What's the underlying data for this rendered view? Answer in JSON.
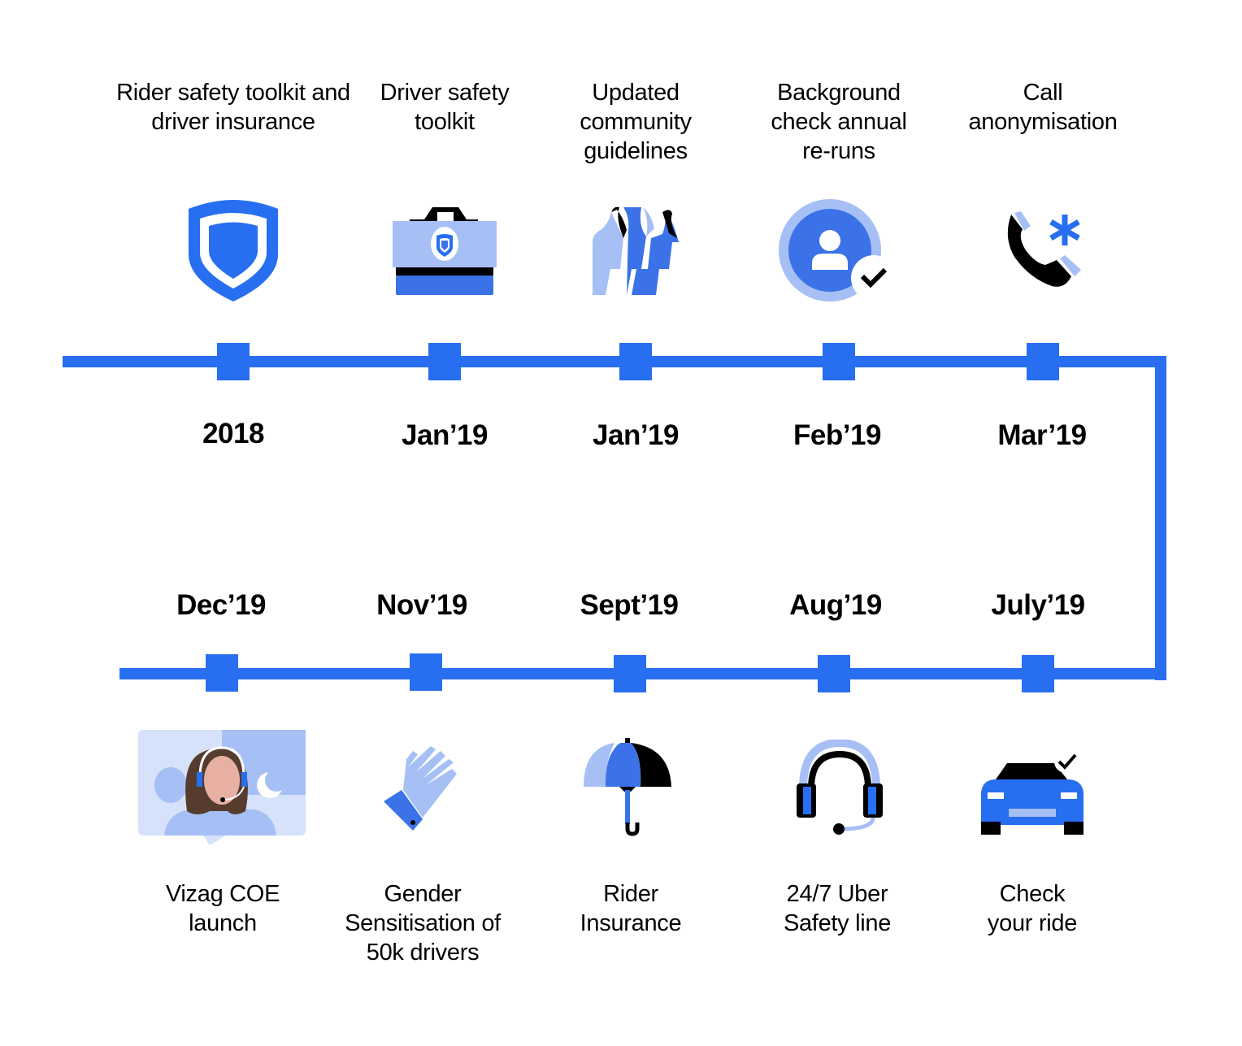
{
  "colors": {
    "primary": "#276EF1",
    "light": "#A6BFF5",
    "mid": "#3B72E8",
    "dark": "#000000"
  },
  "top_row": [
    {
      "label": "Rider safety toolkit and driver insurance",
      "date": "2018",
      "icon": "shield-icon"
    },
    {
      "label": "Driver safety toolkit",
      "date": "Jan’19",
      "icon": "toolkit-briefcase-icon"
    },
    {
      "label": "Updated community guidelines",
      "date": "Jan’19",
      "icon": "community-people-icon"
    },
    {
      "label": "Background check annual re-runs",
      "date": "Feb’19",
      "icon": "user-check-icon"
    },
    {
      "label": "Call anonymisation",
      "date": "Mar’19",
      "icon": "phone-asterisk-icon"
    }
  ],
  "bottom_row": [
    {
      "label": "Vizag COE launch",
      "date": "Dec’19",
      "icon": "support-agent-icon"
    },
    {
      "label": "Gender Sensitisation of 50k drivers",
      "date": "Nov’19",
      "icon": "glove-hand-icon"
    },
    {
      "label": "Rider Insurance",
      "date": "Sept’19",
      "icon": "umbrella-icon"
    },
    {
      "label": "24/7 Uber Safety line",
      "date": "Aug’19",
      "icon": "headset-icon"
    },
    {
      "label": "Check your ride",
      "date": "July’19",
      "icon": "car-check-icon"
    }
  ]
}
